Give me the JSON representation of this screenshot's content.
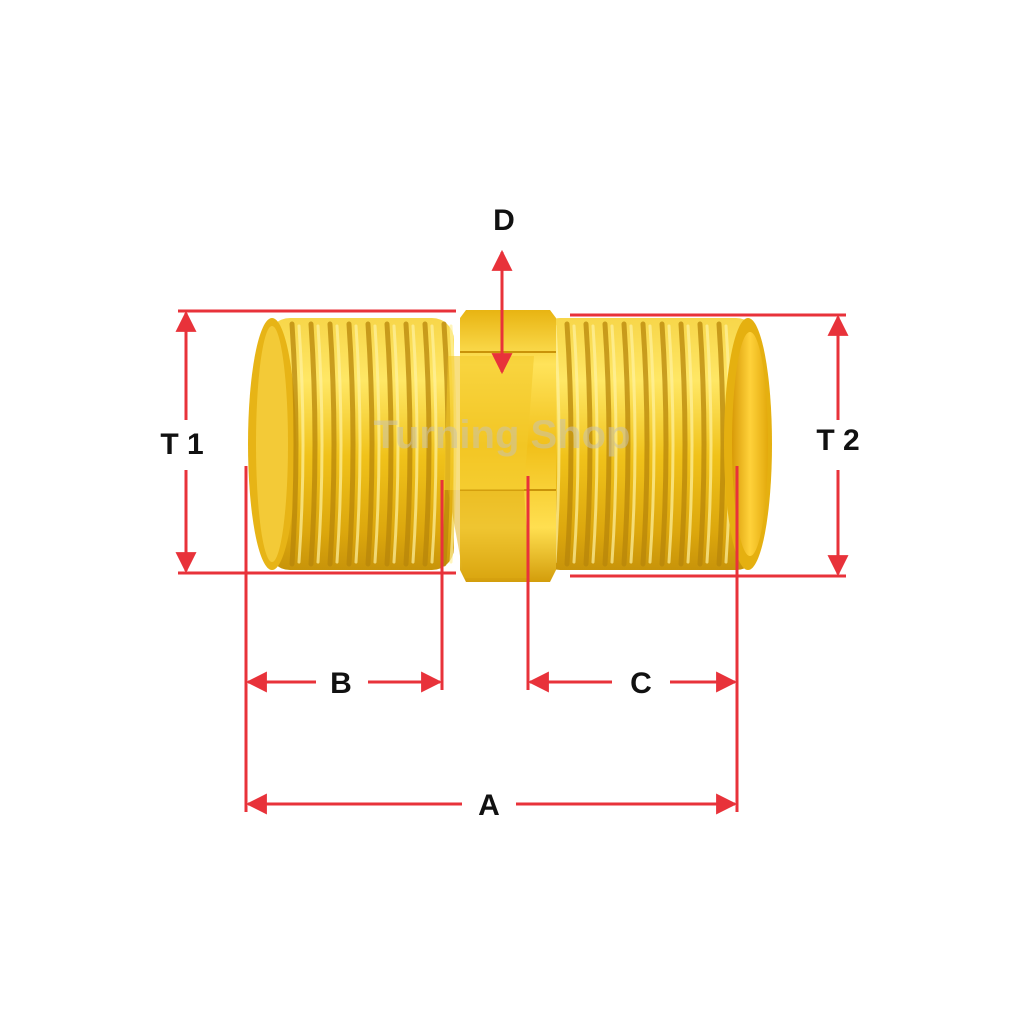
{
  "labels": {
    "t1": "T 1",
    "t2": "T 2",
    "a": "A",
    "b": "B",
    "c": "C",
    "d": "D"
  },
  "watermark": "Turning Shop",
  "colors": {
    "dimension_line": "#e8323a",
    "brass_light": "#ffe45a",
    "brass_mid": "#f2c31c",
    "brass_dark": "#b88606",
    "label": "#111111",
    "background": "#ffffff"
  }
}
